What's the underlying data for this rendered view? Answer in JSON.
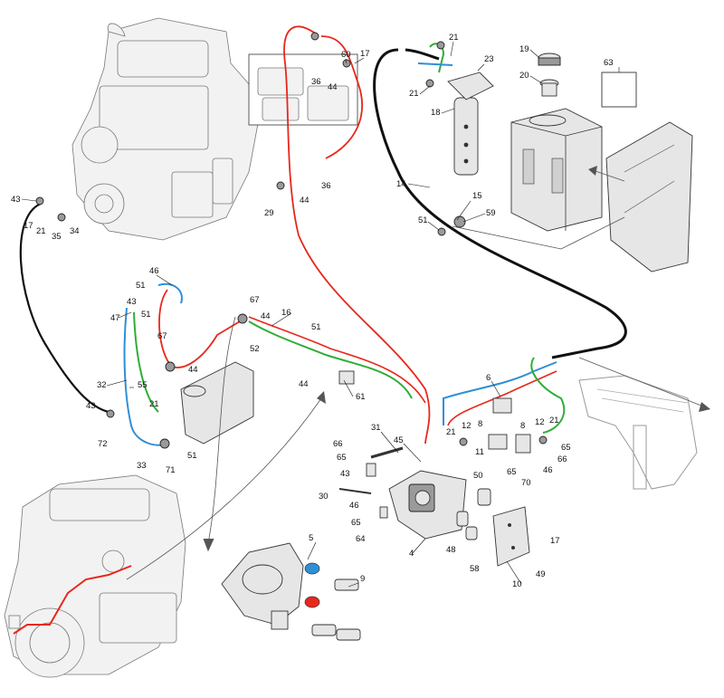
{
  "diagram": {
    "callouts": [
      {
        "id": "c-21a",
        "text": "21"
      },
      {
        "id": "c-23",
        "text": "23"
      },
      {
        "id": "c-19",
        "text": "19"
      },
      {
        "id": "c-63",
        "text": "63"
      },
      {
        "id": "c-60",
        "text": "60"
      },
      {
        "id": "c-17a",
        "text": "17"
      },
      {
        "id": "c-36a",
        "text": "36"
      },
      {
        "id": "c-44a",
        "text": "44"
      },
      {
        "id": "c-20",
        "text": "20"
      },
      {
        "id": "c-21b",
        "text": "21"
      },
      {
        "id": "c-18",
        "text": "18"
      },
      {
        "id": "c-36b",
        "text": "36"
      },
      {
        "id": "c-29",
        "text": "29"
      },
      {
        "id": "c-44b",
        "text": "44"
      },
      {
        "id": "c-14",
        "text": "14"
      },
      {
        "id": "c-15",
        "text": "15"
      },
      {
        "id": "c-51a",
        "text": "51"
      },
      {
        "id": "c-59",
        "text": "59"
      },
      {
        "id": "c-43a",
        "text": "43"
      },
      {
        "id": "c-17b",
        "text": "17"
      },
      {
        "id": "c-21c",
        "text": "21"
      },
      {
        "id": "c-35",
        "text": "35"
      },
      {
        "id": "c-34",
        "text": "34"
      },
      {
        "id": "c-46a",
        "text": "46"
      },
      {
        "id": "c-51b",
        "text": "51"
      },
      {
        "id": "c-43b",
        "text": "43"
      },
      {
        "id": "c-47",
        "text": "47"
      },
      {
        "id": "c-51c",
        "text": "51"
      },
      {
        "id": "c-67a",
        "text": "67"
      },
      {
        "id": "c-67b",
        "text": "67"
      },
      {
        "id": "c-44c",
        "text": "44"
      },
      {
        "id": "c-16",
        "text": "16"
      },
      {
        "id": "c-52",
        "text": "52"
      },
      {
        "id": "c-44d",
        "text": "44"
      },
      {
        "id": "c-51d",
        "text": "51"
      },
      {
        "id": "c-32",
        "text": "32"
      },
      {
        "id": "c-55",
        "text": "55"
      },
      {
        "id": "c-43c",
        "text": "43"
      },
      {
        "id": "c-21d",
        "text": "21"
      },
      {
        "id": "c-44e",
        "text": "44"
      },
      {
        "id": "c-61",
        "text": "61"
      },
      {
        "id": "c-6",
        "text": "6"
      },
      {
        "id": "c-72",
        "text": "72"
      },
      {
        "id": "c-33",
        "text": "33"
      },
      {
        "id": "c-71",
        "text": "71"
      },
      {
        "id": "c-51e",
        "text": "51"
      },
      {
        "id": "c-31",
        "text": "31"
      },
      {
        "id": "c-66a",
        "text": "66"
      },
      {
        "id": "c-65a",
        "text": "65"
      },
      {
        "id": "c-45",
        "text": "45"
      },
      {
        "id": "c-21e",
        "text": "21"
      },
      {
        "id": "c-12a",
        "text": "12"
      },
      {
        "id": "c-8a",
        "text": "8"
      },
      {
        "id": "c-8b",
        "text": "8"
      },
      {
        "id": "c-12b",
        "text": "12"
      },
      {
        "id": "c-21f",
        "text": "21"
      },
      {
        "id": "c-11",
        "text": "11"
      },
      {
        "id": "c-65b",
        "text": "65"
      },
      {
        "id": "c-66b",
        "text": "66"
      },
      {
        "id": "c-43d",
        "text": "43"
      },
      {
        "id": "c-50",
        "text": "50"
      },
      {
        "id": "c-65c",
        "text": "65"
      },
      {
        "id": "c-46b",
        "text": "46"
      },
      {
        "id": "c-70",
        "text": "70"
      },
      {
        "id": "c-30",
        "text": "30"
      },
      {
        "id": "c-46c",
        "text": "46"
      },
      {
        "id": "c-65d",
        "text": "65"
      },
      {
        "id": "c-64",
        "text": "64"
      },
      {
        "id": "c-4",
        "text": "4"
      },
      {
        "id": "c-48",
        "text": "48"
      },
      {
        "id": "c-17c",
        "text": "17"
      },
      {
        "id": "c-5",
        "text": "5"
      },
      {
        "id": "c-9",
        "text": "9"
      },
      {
        "id": "c-58",
        "text": "58"
      },
      {
        "id": "c-49",
        "text": "49"
      },
      {
        "id": "c-10",
        "text": "10"
      }
    ]
  },
  "colors": {
    "hose_black": "#111111",
    "line_red": "#e8271b",
    "line_blue": "#2f8fd6",
    "line_green": "#2fae36",
    "outline": "#333333",
    "engine_fill": "#f2f2f2"
  }
}
